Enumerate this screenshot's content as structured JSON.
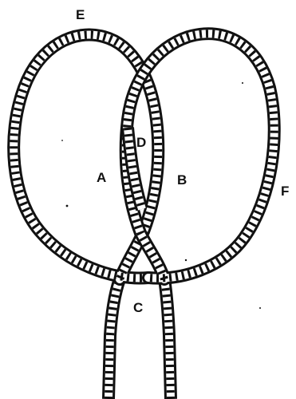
{
  "labels": {
    "a": "A",
    "b": "B",
    "c": "C",
    "d": "D",
    "e": "E",
    "f": "F"
  },
  "colors": {
    "ink": "#111111",
    "paper": "#ffffff"
  }
}
